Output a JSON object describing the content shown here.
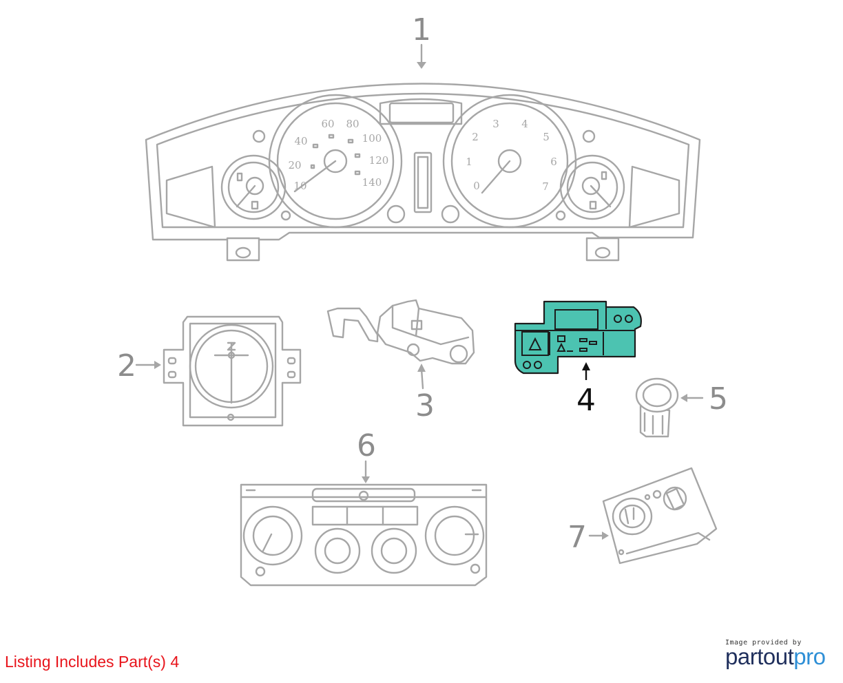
{
  "callouts": {
    "c1": "1",
    "c2": "2",
    "c3": "3",
    "c4": "4",
    "c5": "5",
    "c6": "6",
    "c7": "7"
  },
  "highlighted_part": "4",
  "speedometer_labels": [
    "10",
    "20",
    "40",
    "60",
    "80",
    "100",
    "120",
    "140"
  ],
  "tachometer_labels": [
    "0",
    "1",
    "2",
    "3",
    "4",
    "5",
    "6",
    "7"
  ],
  "footer": {
    "listing_text": "Listing Includes Part(s) 4"
  },
  "brand": {
    "credit": "Image provided by",
    "logo_part1": "partout",
    "logo_part2": "pro"
  },
  "colors": {
    "highlight_fill": "#4cc3b1",
    "line_gray": "#a6a6a6",
    "footer_red": "#e8141b",
    "brand_navy": "#1f2f5c",
    "brand_blue": "#2e8fd6"
  }
}
